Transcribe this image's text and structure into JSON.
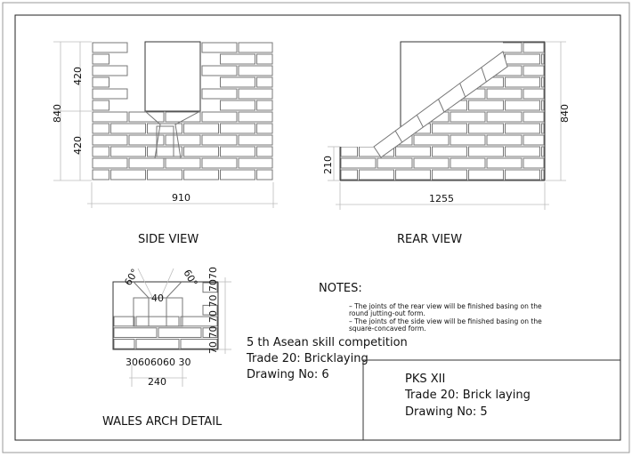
{
  "side_view": {
    "title": "SIDE VIEW",
    "dim_width": "910",
    "dim_height_total": "840",
    "dim_upper": "420",
    "dim_lower": "420"
  },
  "rear_view": {
    "title": "REAR VIEW",
    "dim_width": "1255",
    "dim_height_total": "840",
    "dim_low": "210"
  },
  "arch_detail": {
    "title": "WALES ARCH DETAIL",
    "angle_left": "60°",
    "angle_right": "60°",
    "center_dim": "40",
    "right_dims": "70 70 70 70 7070",
    "bottom_dims": "30606060 30",
    "dim_width": "240"
  },
  "notes": {
    "heading": "NOTES:",
    "lines": [
      "– The joints of the rear view will be finished basing on the",
      "round jutting-out form.",
      "– The joints of the side view will be finished basing on the",
      "square-concaved form."
    ]
  },
  "competition": {
    "line1": "5 th Asean skill competition",
    "line2": "Trade 20: Bricklaying",
    "line3": "Drawing No: 6"
  },
  "title_block": {
    "line1": "PKS XII",
    "line2": "Trade 20: Brick laying",
    "line3": "Drawing No: 5"
  }
}
